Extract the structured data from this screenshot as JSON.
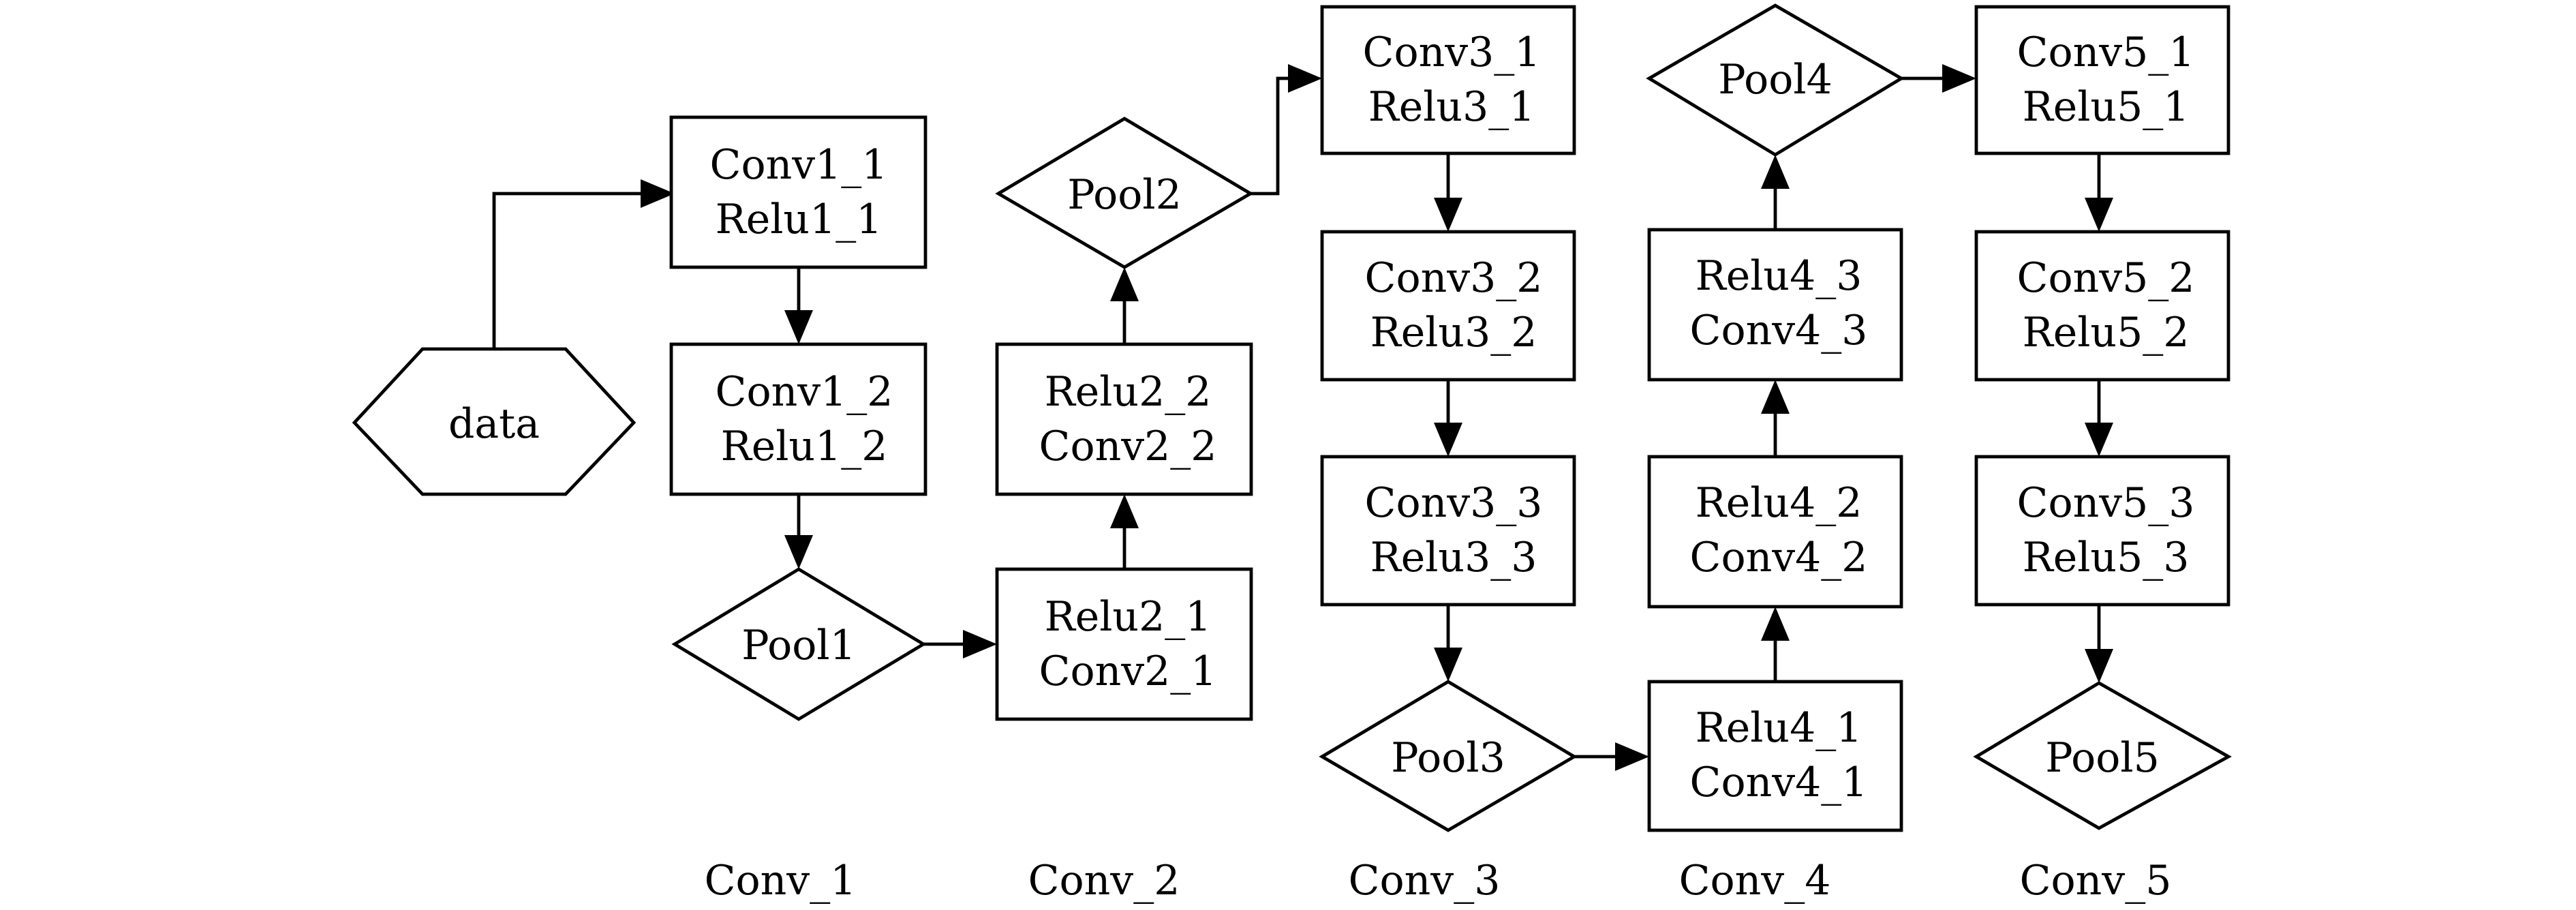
{
  "nodes": {
    "data": {
      "lines": [
        "data"
      ]
    },
    "conv1_1": {
      "lines": [
        "Conv1_1",
        "Relu1_1"
      ]
    },
    "conv1_2": {
      "lines": [
        "Conv1_2",
        "Relu1_2"
      ]
    },
    "pool1": {
      "lines": [
        "Pool1"
      ]
    },
    "conv2_1": {
      "lines": [
        "Relu2_1",
        "Conv2_1"
      ]
    },
    "conv2_2": {
      "lines": [
        "Relu2_2",
        "Conv2_2"
      ]
    },
    "pool2": {
      "lines": [
        "Pool2"
      ]
    },
    "conv3_1": {
      "lines": [
        "Conv3_1",
        "Relu3_1"
      ]
    },
    "conv3_2": {
      "lines": [
        "Conv3_2",
        "Relu3_2"
      ]
    },
    "conv3_3": {
      "lines": [
        "Conv3_3",
        "Relu3_3"
      ]
    },
    "pool3": {
      "lines": [
        "Pool3"
      ]
    },
    "conv4_1": {
      "lines": [
        "Relu4_1",
        "Conv4_1"
      ]
    },
    "conv4_2": {
      "lines": [
        "Relu4_2",
        "Conv4_2"
      ]
    },
    "conv4_3": {
      "lines": [
        "Relu4_3",
        "Conv4_3"
      ]
    },
    "pool4": {
      "lines": [
        "Pool4"
      ]
    },
    "conv5_1": {
      "lines": [
        "Conv5_1",
        "Relu5_1"
      ]
    },
    "conv5_2": {
      "lines": [
        "Conv5_2",
        "Relu5_2"
      ]
    },
    "conv5_3": {
      "lines": [
        "Conv5_3",
        "Relu5_3"
      ]
    },
    "pool5": {
      "lines": [
        "Pool5"
      ]
    }
  },
  "groups": [
    "Conv_1",
    "Conv_2",
    "Conv_3",
    "Conv_4",
    "Conv_5"
  ],
  "edges": [
    [
      "data",
      "conv1_1"
    ],
    [
      "conv1_1",
      "conv1_2"
    ],
    [
      "conv1_2",
      "pool1"
    ],
    [
      "pool1",
      "conv2_1"
    ],
    [
      "conv2_1",
      "conv2_2"
    ],
    [
      "conv2_2",
      "pool2"
    ],
    [
      "pool2",
      "conv3_1"
    ],
    [
      "conv3_1",
      "conv3_2"
    ],
    [
      "conv3_2",
      "conv3_3"
    ],
    [
      "conv3_3",
      "pool3"
    ],
    [
      "pool3",
      "conv4_1"
    ],
    [
      "conv4_1",
      "conv4_2"
    ],
    [
      "conv4_2",
      "conv4_3"
    ],
    [
      "conv4_3",
      "pool4"
    ],
    [
      "pool4",
      "conv5_1"
    ],
    [
      "conv5_1",
      "conv5_2"
    ],
    [
      "conv5_2",
      "conv5_3"
    ],
    [
      "conv5_3",
      "pool5"
    ]
  ]
}
